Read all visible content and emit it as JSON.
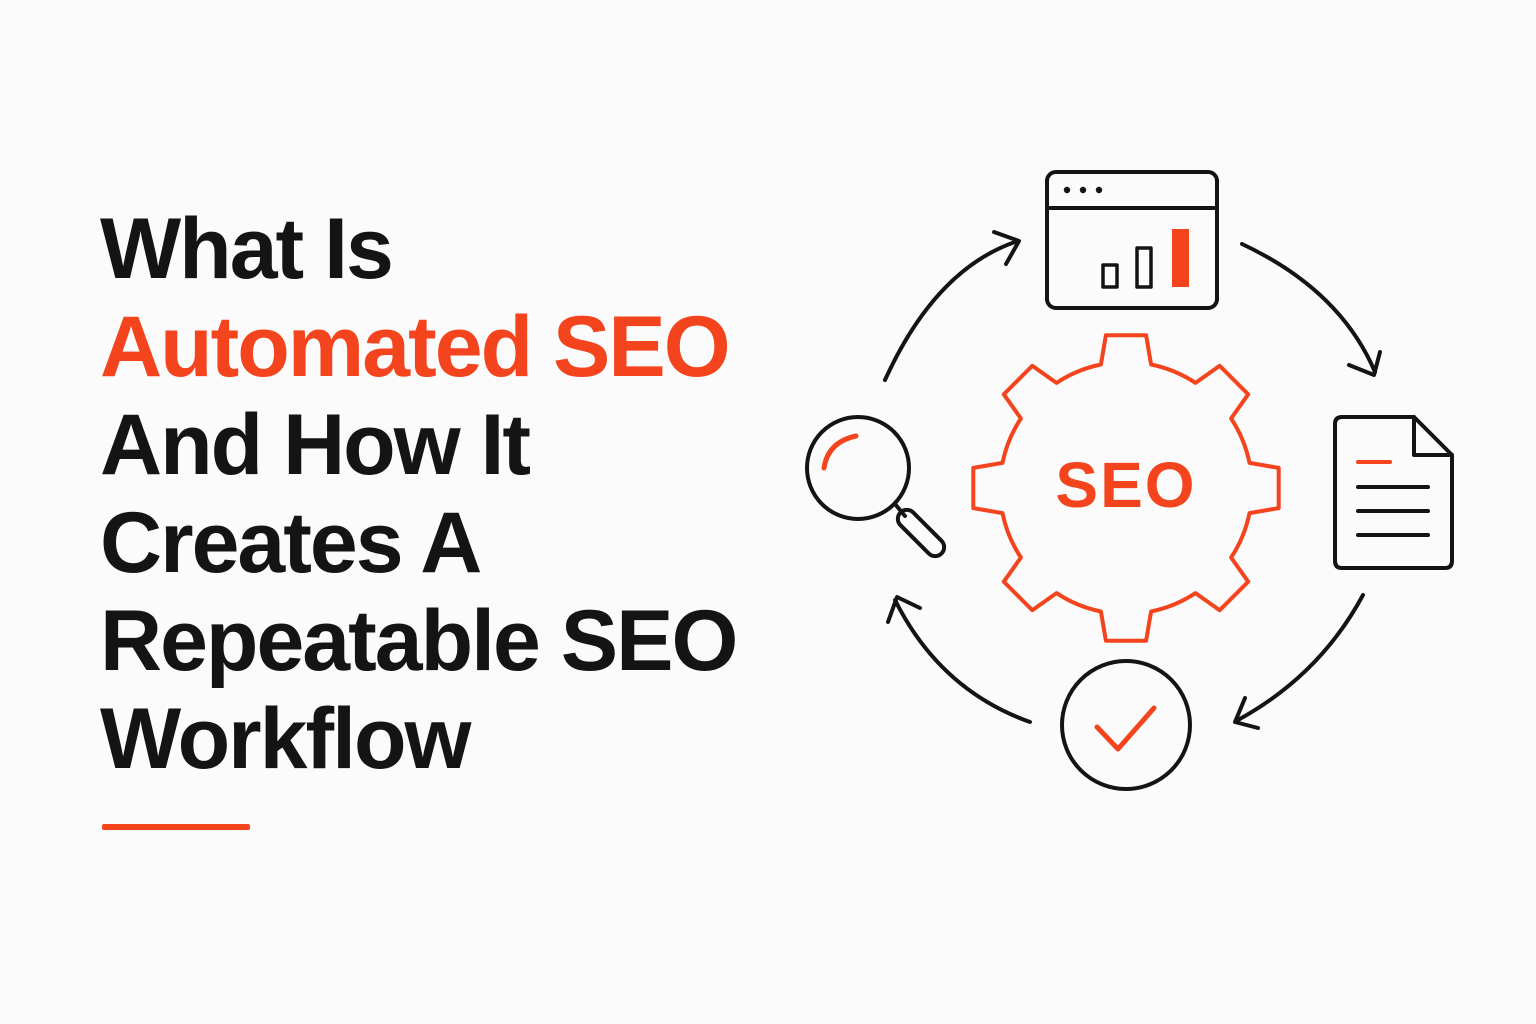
{
  "headline": {
    "line1": "What Is",
    "line2": "Automated SEO",
    "line3": "And How It",
    "line4": "Creates A",
    "line5": "Repeatable SEO",
    "line6": "Workflow"
  },
  "diagram": {
    "center_label": "SEO",
    "nodes": [
      {
        "id": "analytics",
        "icon": "browser-chart-icon"
      },
      {
        "id": "content",
        "icon": "document-icon"
      },
      {
        "id": "verify",
        "icon": "checkmark-circle-icon"
      },
      {
        "id": "research",
        "icon": "magnifier-icon"
      }
    ],
    "flow": "clockwise"
  },
  "colors": {
    "accent": "#f4441e",
    "text": "#141414",
    "background": "#fbfbfb"
  }
}
